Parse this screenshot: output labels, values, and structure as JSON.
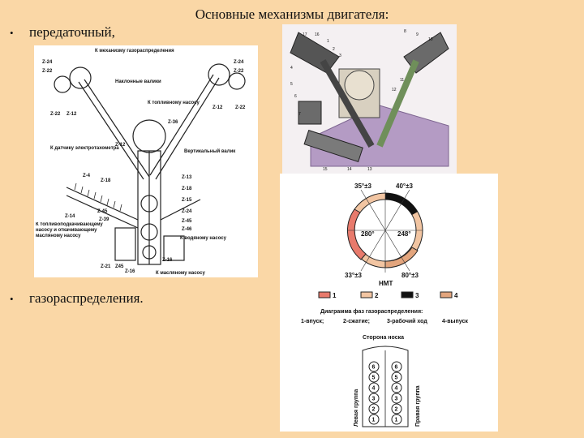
{
  "slide": {
    "title": "Основные механизмы двигателя:",
    "bullets": [
      {
        "label": "передаточный,"
      },
      {
        "label": "газораспределения."
      }
    ]
  },
  "transmission_diagram": {
    "labels": {
      "top_center": "К механизму газораспределения",
      "upper_shafts": "Наклонные валики",
      "fuel_pump": "К топливному насосу",
      "tach_sensor": "К датчику электротахометра",
      "vertical_shaft": "Вертикальный валик",
      "fuel_oil_pump": "К топливоподкачивающему насосу и откачивающему масляному насосу",
      "water_pump": "К водяному насосу",
      "oil_pump": "К масляному насосу"
    },
    "gear_codes_left": [
      "Z-24",
      "Z-22",
      "Z-22",
      "Z-12",
      "Z-12",
      "Z-4",
      "Z-18",
      "Z-14",
      "Z-45",
      "Z-39",
      "Z-21",
      "Z45",
      "Z-16"
    ],
    "gear_codes_right": [
      "Z-24",
      "Z-22",
      "Z-12",
      "Z-22",
      "Z-36",
      "Z-13",
      "Z-18",
      "Z-15",
      "Z-24",
      "Z-45",
      "Z-46",
      "Z-16"
    ]
  },
  "valve_timing_diagram": {
    "angles": {
      "top_left": "35°±3",
      "top_right": "40°±3",
      "left": "280°",
      "right": "248°",
      "bottom_left": "33°±3",
      "bottom_right": "80°±3",
      "bdc": "НМТ"
    },
    "legend": [
      {
        "num": "1",
        "color": "#e87a6c"
      },
      {
        "num": "2",
        "color": "#f2c5a2"
      },
      {
        "num": "3",
        "color": "#111111"
      },
      {
        "num": "4",
        "color": "#e3a57d"
      }
    ],
    "caption": "Диаграмма фаз газораспределения:",
    "phases": [
      "1-впуск;",
      "2-сжатие;",
      "3-рабочий ход",
      "4-выпуск"
    ],
    "nose_side": "Сторона носка",
    "left_group": "Левая группа",
    "right_group": "Правая группа",
    "cylinders_left": [
      "6",
      "5",
      "4",
      "3",
      "2",
      "1"
    ],
    "cylinders_right": [
      "6",
      "5",
      "4",
      "3",
      "2",
      "1"
    ]
  },
  "photo_labels": [
    "17",
    "16",
    "15",
    "14",
    "13",
    "1",
    "2",
    "3",
    "4",
    "5",
    "6",
    "7",
    "8",
    "9",
    "10",
    "11",
    "12"
  ]
}
